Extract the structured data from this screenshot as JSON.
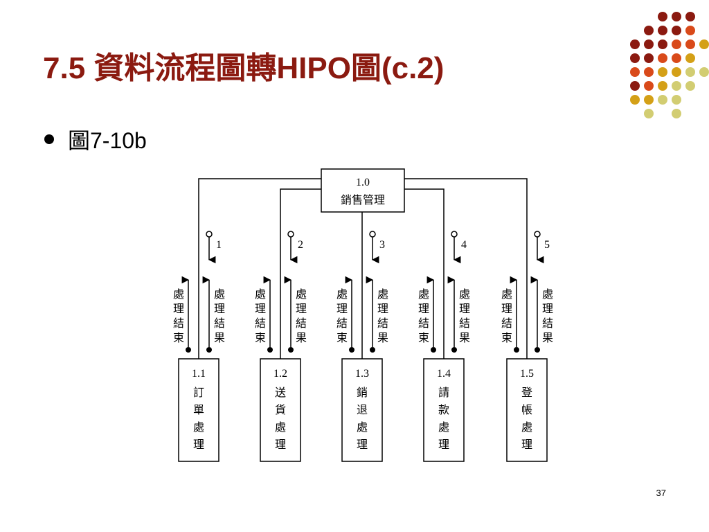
{
  "slide": {
    "title": "7.5 資料流程圖轉HIPO圖(c.2)",
    "bullet": "圖7-10b",
    "page_number": "37"
  },
  "colors": {
    "title": "#8b1a10",
    "dot_dark": "#8b1a10",
    "dot_red": "#d94a1a",
    "dot_gold": "#d4a017",
    "dot_light": "#d2cd72"
  },
  "diagram": {
    "root": {
      "id": "1.0",
      "label": "銷售管理"
    },
    "children": [
      {
        "id": "1.1",
        "label": "訂單處理",
        "flow": "1",
        "left_flow": "處理結束",
        "right_flow": "處理結果"
      },
      {
        "id": "1.2",
        "label": "送貨處理",
        "flow": "2",
        "left_flow": "處理結束",
        "right_flow": "處理結果"
      },
      {
        "id": "1.3",
        "label": "銷退處理",
        "flow": "3",
        "left_flow": "處理結束",
        "right_flow": "處理結果"
      },
      {
        "id": "1.4",
        "label": "請款處理",
        "flow": "4",
        "left_flow": "處理結束",
        "right_flow": "處理結果"
      },
      {
        "id": "1.5",
        "label": "登帳處理",
        "flow": "5",
        "left_flow": "處理結束",
        "right_flow": "處理結果"
      }
    ]
  }
}
